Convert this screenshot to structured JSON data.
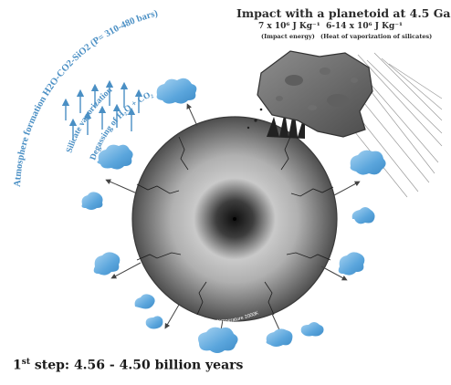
{
  "impact": {
    "title": "Impact with a planetoid at 4.5 Ga",
    "energy_1": "7 x 10⁶ J Kg⁻¹",
    "energy_1_caption": "(Impact energy)",
    "energy_2": "6-14 x 10⁶ J Kg⁻¹",
    "energy_2_caption": "(Heat of vaporization of silicates)"
  },
  "labels": {
    "atmosphere": "Atmosphere formation H2O-CO2-SiO2 (P= 310-480 bars)",
    "silicate": "Silicate vaporization",
    "degassing": "Degassing of H₂O + CO₂",
    "surface_temp": "surface temperature 2000K"
  },
  "step": {
    "ordinal": "1",
    "suffix": "st",
    "text": " step: 4.56 - 4.50 billion years"
  },
  "colors": {
    "text_blue": "#4a8fc4",
    "cloud_blue": "#5aa5dc",
    "planet_gray": "#8a8a8a",
    "text_dark": "#2b2b2b"
  },
  "icons": [
    "cloud-icon",
    "up-arrow-icon",
    "radial-arrow-icon",
    "meteor-icon"
  ]
}
